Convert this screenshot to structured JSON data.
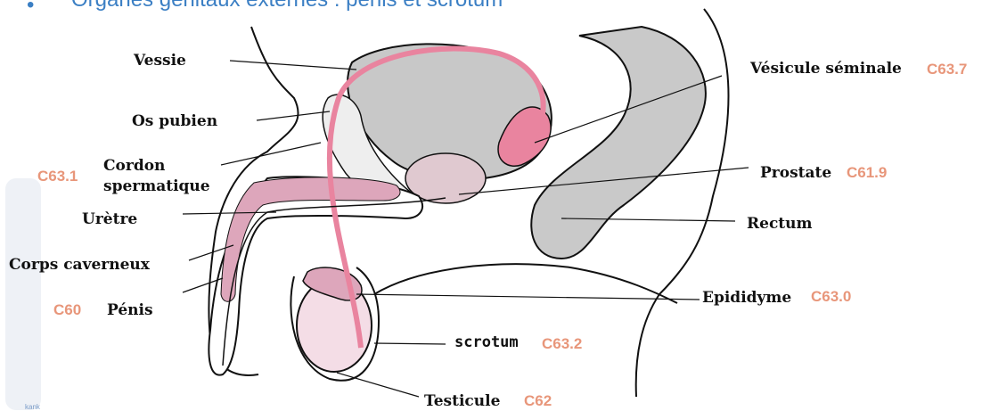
{
  "header": {
    "bullet": "•",
    "title": "Organes génitaux externes : pénis et scrotum"
  },
  "labels": {
    "vessie": "Vessie",
    "os_pubien": "Os pubien",
    "cordon_line1": "Cordon",
    "cordon_line2": "spermatique",
    "uretre": "Urètre",
    "corps_caverneux": "Corps caverneux",
    "penis": "Pénis",
    "vesicule": "Vésicule séminale",
    "prostate": "Prostate",
    "rectum": "Rectum",
    "epididyme": "Epididyme",
    "scrotum": "scrotum",
    "testicule": "Testicule"
  },
  "codes": {
    "cordon": "C63.1",
    "penis": "C60",
    "vesicule": "C63.7",
    "prostate": "C61.9",
    "epididyme": "C63.0",
    "scrotum": "C63.2",
    "testicule": "C62"
  },
  "footer": "kank",
  "colors": {
    "pink": "#e9849f",
    "organ_gray": "#c8c8c8",
    "code": "#e8967a",
    "header_blue": "#3b7fc4"
  }
}
